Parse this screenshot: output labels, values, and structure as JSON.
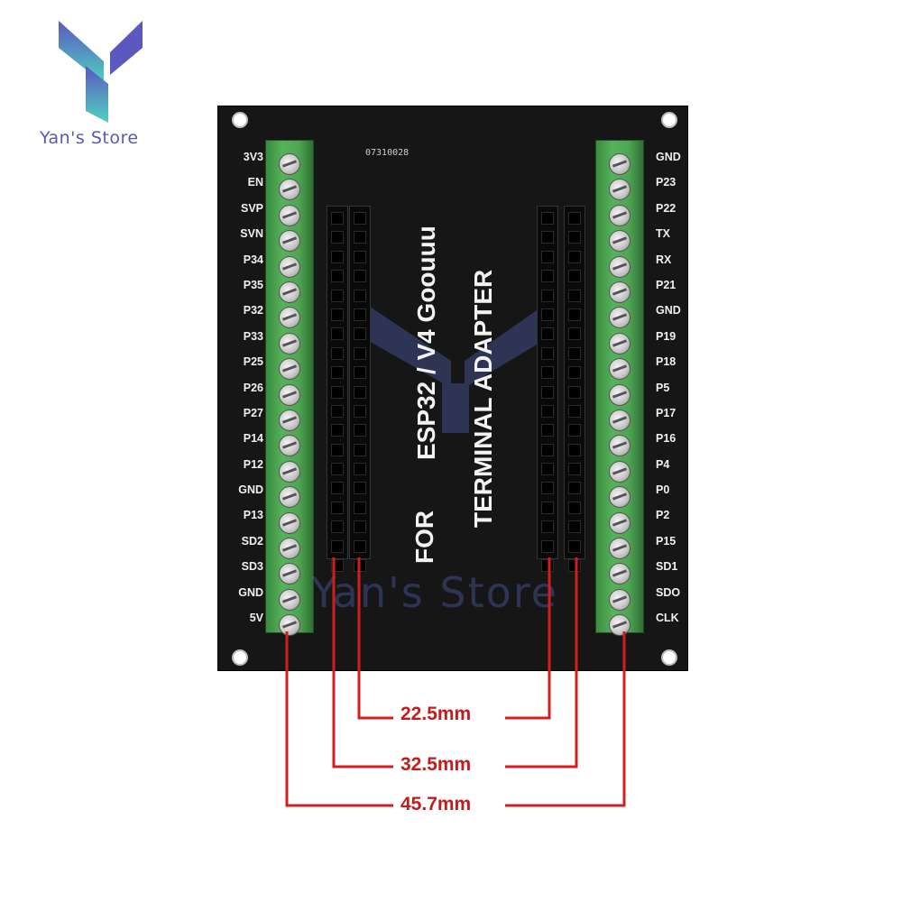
{
  "brand": {
    "name": "Yan's Store",
    "watermark": "Yan's Store",
    "colors": {
      "logo_top": "#5b58c0",
      "logo_bottom": "#4fd2c0",
      "dimension": "#d11f1f",
      "terminal": "#4ea552",
      "board": "#161616"
    }
  },
  "board": {
    "serial": "07310028",
    "line1": "FOR",
    "line2": "ESP32 / V4  Goouuu",
    "line3": "TERMINAL ADAPTER",
    "left_pins": [
      "3V3",
      "EN",
      "SVP",
      "SVN",
      "P34",
      "P35",
      "P32",
      "P33",
      "P25",
      "P26",
      "P27",
      "P14",
      "P12",
      "GND",
      "P13",
      "SD2",
      "SD3",
      "GND",
      "5V"
    ],
    "right_pins": [
      "GND",
      "P23",
      "P22",
      "TX",
      "RX",
      "P21",
      "GND",
      "P19",
      "P18",
      "P5",
      "P17",
      "P16",
      "P4",
      "P0",
      "P2",
      "P15",
      "SD1",
      "SDO",
      "CLK"
    ]
  },
  "dimensions": {
    "inner": "22.5mm",
    "middle": "32.5mm",
    "outer": "45.7mm"
  }
}
